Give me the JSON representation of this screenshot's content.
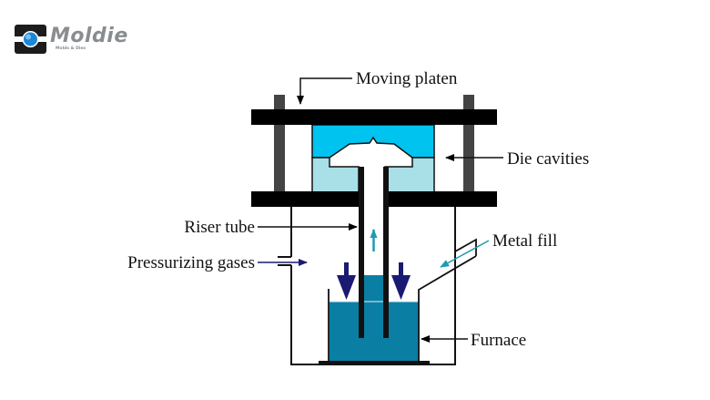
{
  "logo": {
    "name": "Moldie",
    "tagline": "Molds & Dies"
  },
  "diagram": {
    "title": "Low-pressure die casting",
    "labels": {
      "moving_platen": "Moving platen",
      "die_cavities": "Die cavities",
      "riser_tube": "Riser tube",
      "metal_fill": "Metal fill",
      "pressurizing_gases": "Pressurizing gases",
      "furnace": "Furnace"
    },
    "colors": {
      "upper_die": "#00c3ef",
      "lower_die": "#a9dfe6",
      "molten_metal": "#0b7fa3",
      "gas_arrows": "#1a1a72",
      "flow_arrows": "#1e9bb0",
      "platen": "#000000",
      "tie_bar": "#444444"
    }
  }
}
